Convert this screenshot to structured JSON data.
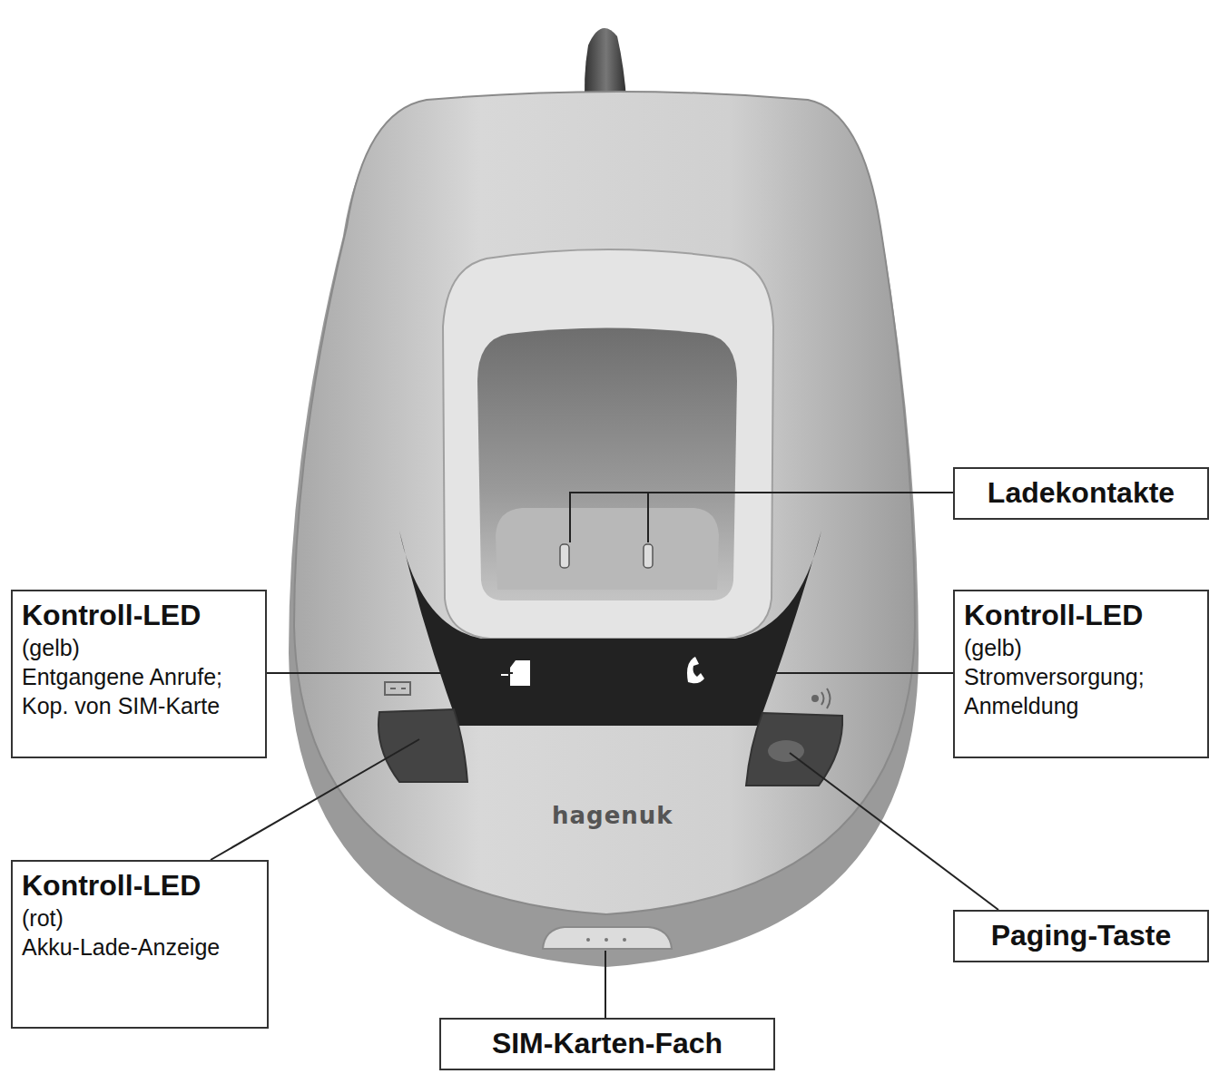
{
  "diagram": {
    "nodes": [
      {
        "text": [
          "Ladekontakte"
        ]
      },
      {
        "text": [
          "Kontroll-LED",
          "(gelb)",
          "Entgangene Anrufe; Kop. von SIM-Karte"
        ]
      },
      {
        "text": [
          "Kontroll-LED",
          "(gelb)",
          "Stromversorgung; Anmeldung"
        ]
      },
      {
        "text": [
          "Kontroll-LED",
          "(rot)",
          "Akku-Lade-Anzeige"
        ]
      },
      {
        "text": [
          "Paging-Taste"
        ]
      },
      {
        "text": [
          "SIM-Karten-Fach"
        ]
      }
    ],
    "labels": [
      "hagenuk"
    ]
  }
}
